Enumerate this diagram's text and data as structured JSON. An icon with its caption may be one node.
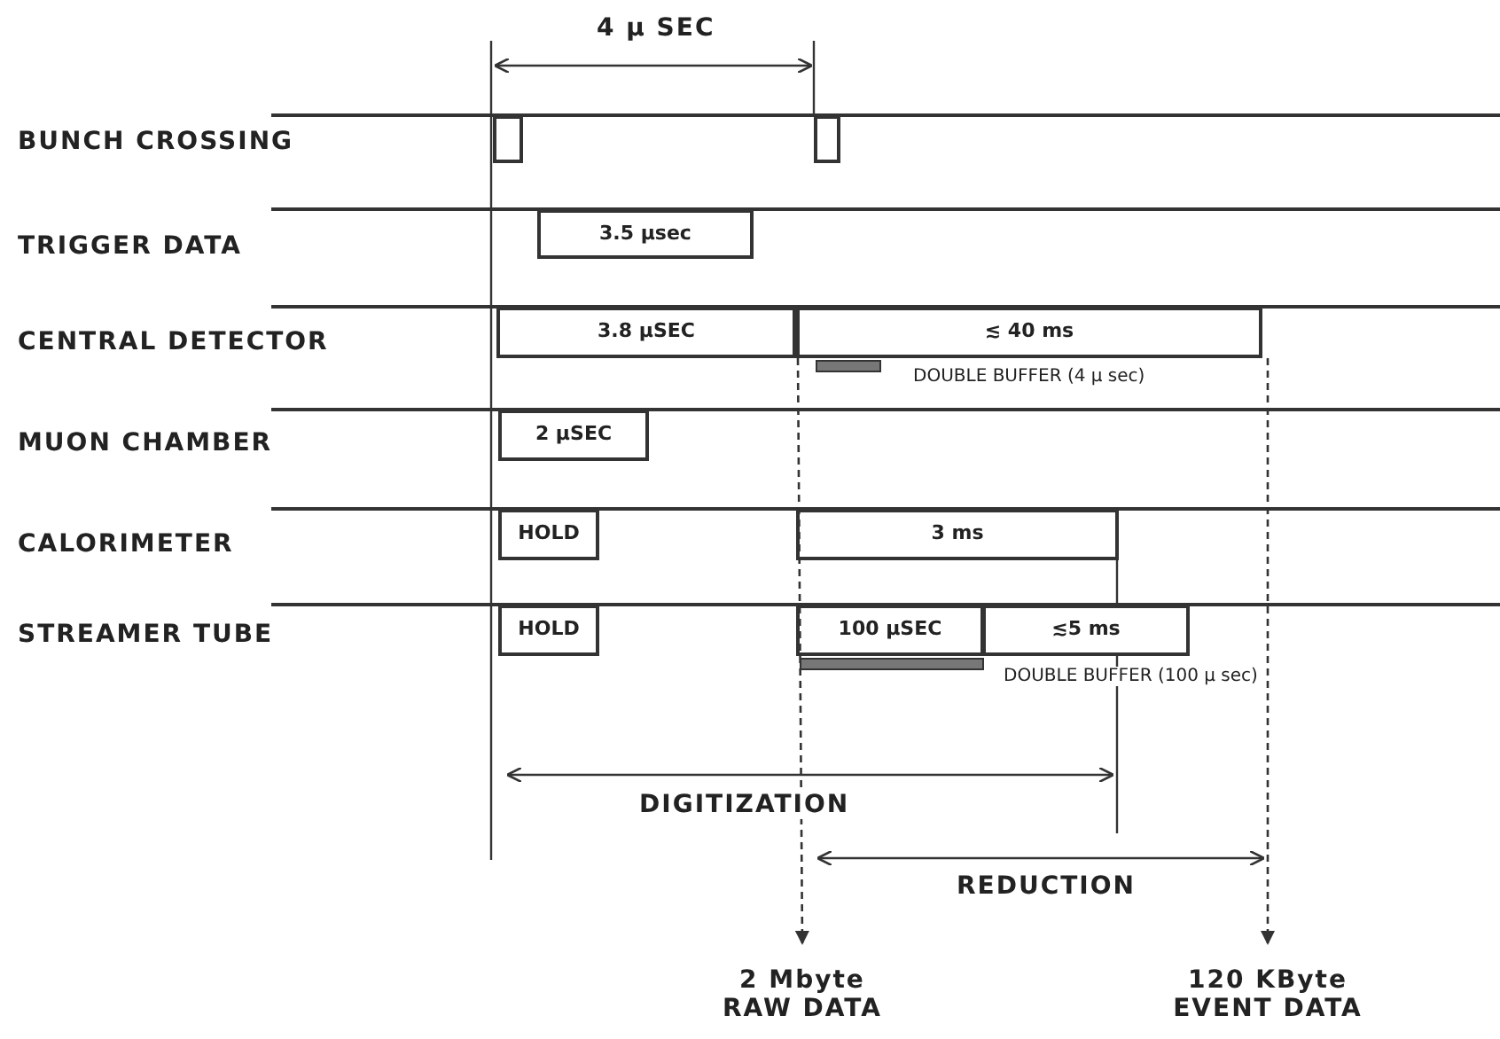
{
  "diagram": {
    "nodes": [
      {
        "text": [],
        "shape": "box"
      },
      {
        "text": [],
        "shape": "box"
      },
      {
        "text": [
          "3.5 μsec"
        ]
      },
      {
        "text": [
          "3.8 μSEC"
        ]
      },
      {
        "text": [
          "≲ 40 ms"
        ]
      },
      {
        "text": [],
        "shape": "bar"
      },
      {
        "text": [
          "2 μSEC"
        ]
      },
      {
        "text": [
          "HOLD"
        ]
      },
      {
        "text": [
          "3 ms"
        ]
      },
      {
        "text": [
          "HOLD"
        ]
      },
      {
        "text": [
          "100 μSEC"
        ]
      },
      {
        "text": [
          "≲5 ms"
        ]
      },
      {
        "text": [],
        "shape": "bar"
      },
      {
        "text": [
          "2 Mbyte RAW DATA"
        ]
      },
      {
        "text": [
          "120 KByte EVENT DATA"
        ]
      }
    ],
    "edges": [
      {
        "from": 4,
        "to": 13,
        "arrow": "to",
        "style": "dashed"
      },
      {
        "from": 4,
        "to": 14,
        "arrow": "to",
        "style": "dashed"
      }
    ],
    "labels": [
      "4 μ SEC",
      "BUNCH CROSSING",
      "TRIGGER DATA",
      "CENTRAL DETECTOR",
      "DOUBLE BUFFER (4 μ sec)",
      "MUON CHAMBER",
      "CALORIMETER",
      "STREAMER TUBE",
      "DOUBLE BUFFER (100 μ sec)",
      "DIGITIZATION",
      "REDUCTION"
    ]
  }
}
